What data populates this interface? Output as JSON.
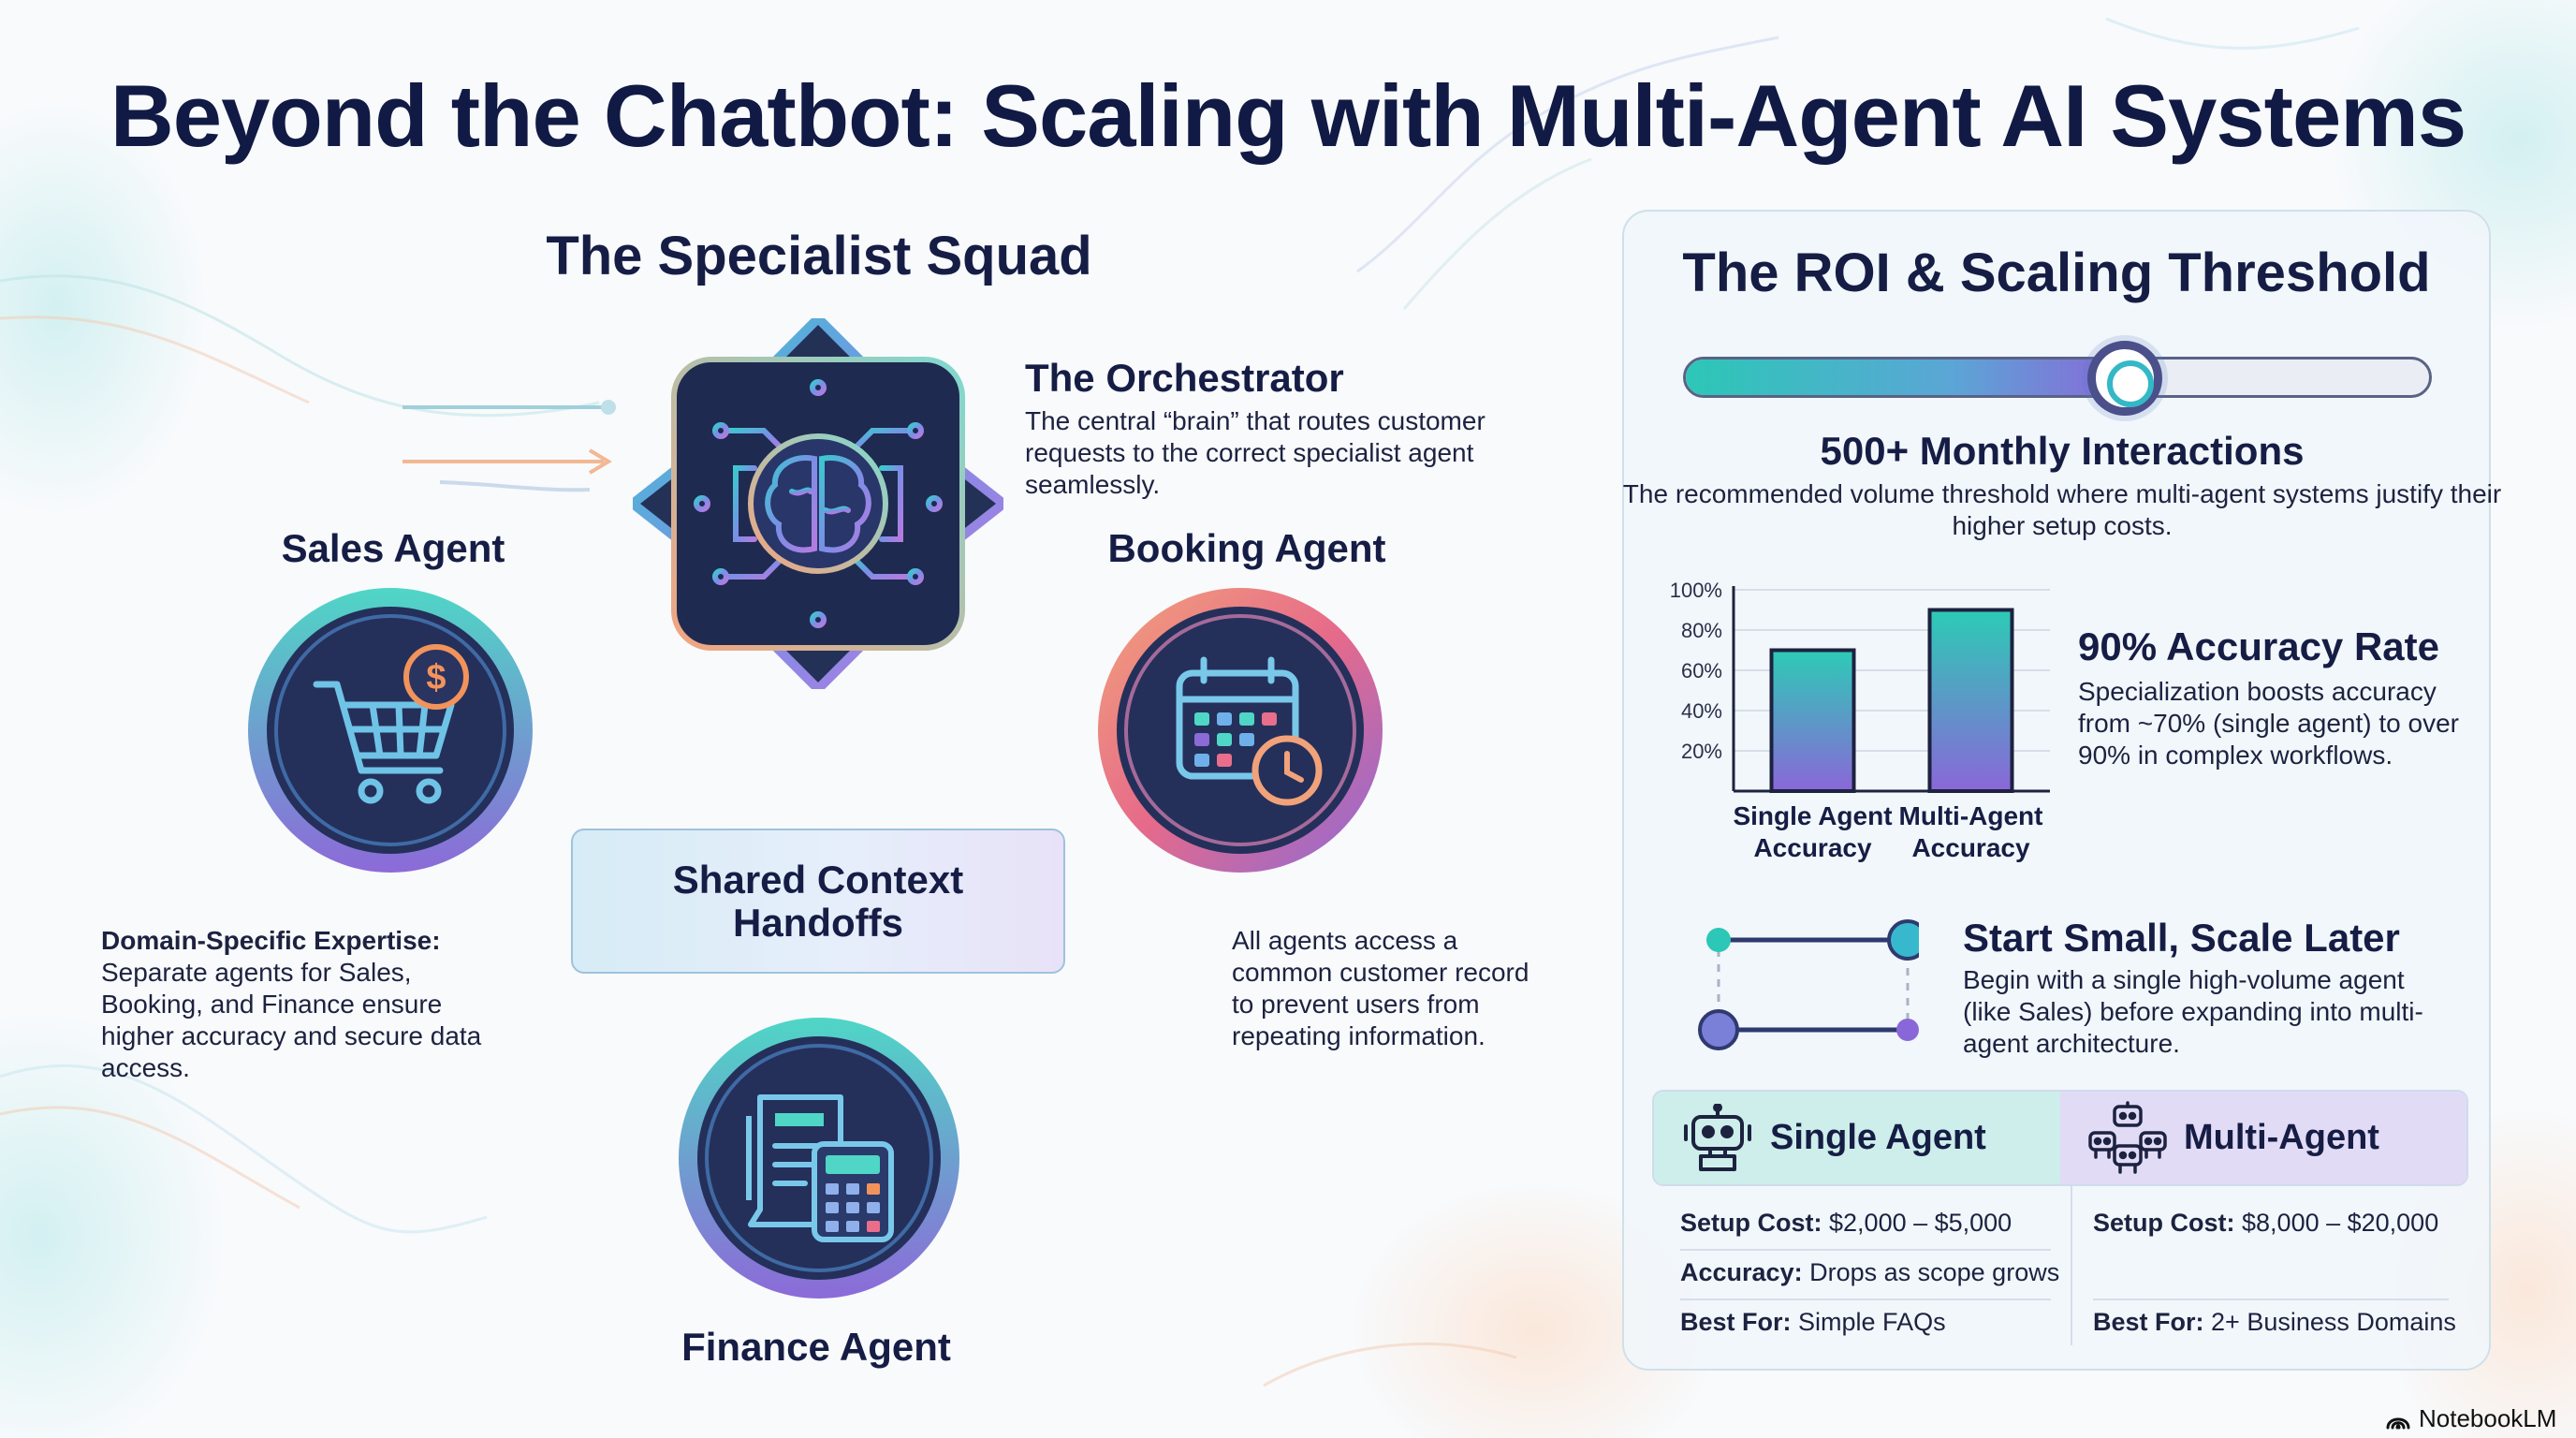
{
  "title": "Beyond the Chatbot: Scaling with Multi-Agent AI Systems",
  "squad": {
    "title": "The Specialist Squad",
    "orchestrator": {
      "name": "The Orchestrator",
      "description": "The central “brain” that routes customer requests to the correct specialist agent seamlessly."
    },
    "sales_agent": "Sales Agent",
    "booking_agent": "Booking Agent",
    "finance_agent": "Finance Agent",
    "shared_context": "Shared Context Handoffs",
    "domain_expertise": {
      "label": "Domain-Specific Expertise:",
      "text": "Separate agents for Sales, Booking, and Finance ensure higher accuracy and secure data access."
    },
    "shared_record_text": "All agents access a common customer record to prevent users from repeating information."
  },
  "roi": {
    "title": "The ROI & Scaling Threshold",
    "slider_position": 0.59,
    "threshold_title": "500+ Monthly Interactions",
    "threshold_desc": "The recommended volume threshold where multi-agent systems justify their higher setup costs.",
    "accuracy_title": "90% Accuracy Rate",
    "accuracy_desc": "Specialization boosts accuracy from ~70% (single agent) to over 90% in complex workflows.",
    "start_title": "Start Small, Scale Later",
    "start_desc": "Begin with a single high-volume agent (like Sales) before expanding into multi-agent architecture."
  },
  "chart_data": {
    "type": "bar",
    "categories": [
      "Single Agent Accuracy",
      "Multi-Agent Accuracy"
    ],
    "category_lines": [
      [
        "Single Agent",
        "Accuracy"
      ],
      [
        "Multi-Agent",
        "Accuracy"
      ]
    ],
    "values": [
      70,
      90
    ],
    "yticks": [
      20,
      40,
      60,
      80,
      100
    ],
    "ytick_labels": [
      "20%",
      "40%",
      "60%",
      "80%",
      "100%"
    ],
    "ylim": [
      0,
      100
    ],
    "grid": true,
    "title": "",
    "xlabel": "",
    "ylabel": ""
  },
  "comparison": {
    "single": {
      "header": "Single Agent",
      "setup_label": "Setup Cost:",
      "setup_value": "$2,000 – $5,000",
      "accuracy_label": "Accuracy:",
      "accuracy_value": "Drops as scope grows",
      "best_label": "Best For:",
      "best_value": "Simple FAQs"
    },
    "multi": {
      "header": "Multi-Agent",
      "setup_label": "Setup Cost:",
      "setup_value": "$8,000 – $20,000",
      "best_label": "Best For:",
      "best_value": "2+ Business Domains"
    }
  },
  "brand": "NotebookLM",
  "colors": {
    "navy": "#111a44",
    "teal": "#2cc7b6",
    "purple": "#8a67d8",
    "orange": "#f4a460",
    "panel_bg": "#f0f6fa"
  },
  "icons": {
    "orchestrator": "brain-circuit-icon",
    "sales": "shopping-cart-dollar-icon",
    "booking": "calendar-clock-icon",
    "finance": "receipt-calculator-icon",
    "single": "robot-icon",
    "multi": "robot-group-icon"
  }
}
